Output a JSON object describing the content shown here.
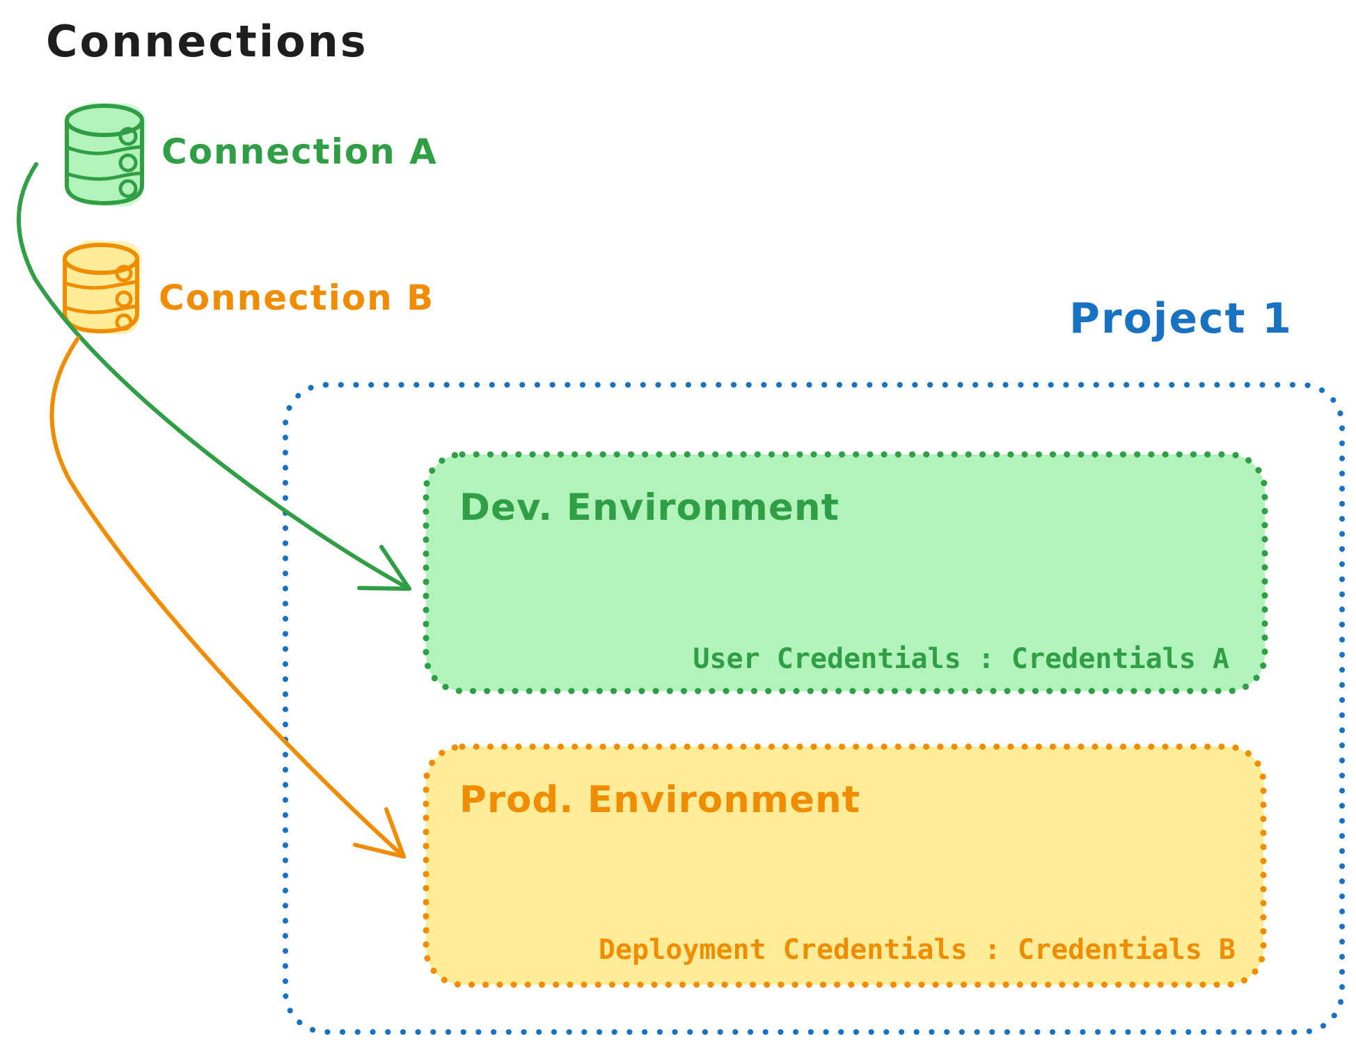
{
  "diagram": {
    "title": "Connections",
    "project": {
      "title": "Project 1",
      "accent_color": "#1971c2"
    },
    "connections": [
      {
        "id": "A",
        "label": "Connection A",
        "stroke_color": "#2f9e44",
        "fill_color": "#b2f2bb",
        "icon": "database-icon"
      },
      {
        "id": "B",
        "label": "Connection B",
        "stroke_color": "#f08c00",
        "fill_color": "#ffec99",
        "icon": "database-icon"
      }
    ],
    "environments": [
      {
        "title": "Dev. Environment",
        "credentials_label": "User Credentials : Credentials A",
        "stroke_color": "#2f9e44",
        "fill_color": "#b2f2bb",
        "linked_connection": "Connection A"
      },
      {
        "title": "Prod. Environment",
        "credentials_label": "Deployment Credentials : Credentials B",
        "stroke_color": "#f08c00",
        "fill_color": "#ffec99",
        "linked_connection": "Connection B"
      }
    ],
    "text_color": "#1e1e1e"
  }
}
